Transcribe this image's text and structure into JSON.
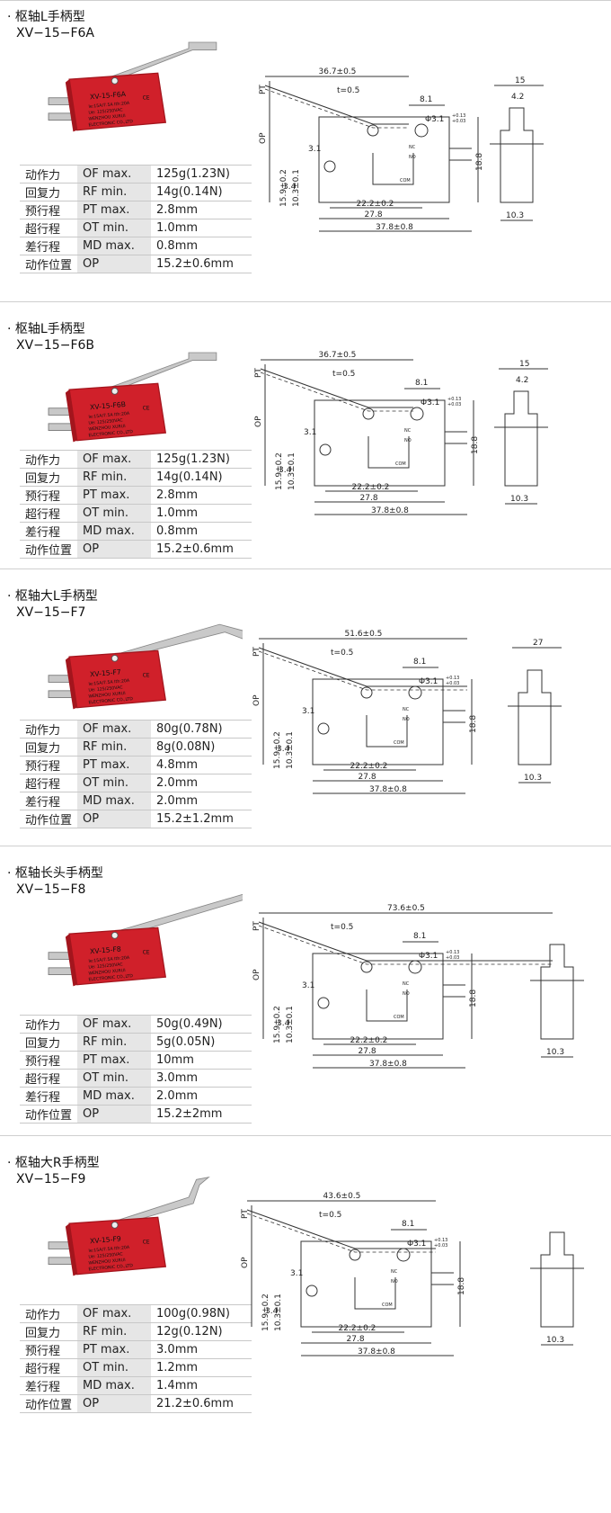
{
  "sections": [
    {
      "title": "枢轴L手柄型",
      "model": "XV−15−F6A",
      "switch_label": "XV-15-F6A",
      "specs": [
        {
          "label": "动作力",
          "param": "OF  max.",
          "value": "125g(1.23N)"
        },
        {
          "label": "回复力",
          "param": "RF  min.",
          "value": "14g(0.14N)"
        },
        {
          "label": "预行程",
          "param": "PT  max.",
          "value": "2.8mm"
        },
        {
          "label": "超行程",
          "param": "OT  min.",
          "value": "1.0mm"
        },
        {
          "label": "差行程",
          "param": "MD max.",
          "value": "0.8mm"
        },
        {
          "label": "动作位置",
          "param": "OP",
          "value": "15.2±0.6mm"
        }
      ],
      "dims": {
        "lever": "36.7±0.5",
        "t": "t=0.5",
        "side_w": "15",
        "tip": "4.2"
      }
    },
    {
      "title": "枢轴L手柄型",
      "model": "XV−15−F6B",
      "switch_label": "XV-15-F6B",
      "specs": [
        {
          "label": "动作力",
          "param": "OF  max.",
          "value": "125g(1.23N)"
        },
        {
          "label": "回复力",
          "param": "RF  min.",
          "value": "14g(0.14N)"
        },
        {
          "label": "预行程",
          "param": "PT  max.",
          "value": "2.8mm"
        },
        {
          "label": "超行程",
          "param": "OT  min.",
          "value": "1.0mm"
        },
        {
          "label": "差行程",
          "param": "MD max.",
          "value": "0.8mm"
        },
        {
          "label": "动作位置",
          "param": "OP",
          "value": "15.2±0.6mm"
        }
      ],
      "dims": {
        "lever": "36.7±0.5",
        "t": "t=0.5",
        "side_w": "15",
        "tip": "4.2"
      }
    },
    {
      "title": "枢轴大L手柄型",
      "model": "XV−15−F7",
      "switch_label": "XV-15-F7",
      "specs": [
        {
          "label": "动作力",
          "param": "OF  max.",
          "value": "80g(0.78N)"
        },
        {
          "label": "回复力",
          "param": "RF  min.",
          "value": "8g(0.08N)"
        },
        {
          "label": "预行程",
          "param": "PT  max.",
          "value": "4.8mm"
        },
        {
          "label": "超行程",
          "param": "OT  min.",
          "value": "2.0mm"
        },
        {
          "label": "差行程",
          "param": "MD max.",
          "value": "2.0mm"
        },
        {
          "label": "动作位置",
          "param": "OP",
          "value": "15.2±1.2mm"
        }
      ],
      "dims": {
        "lever": "51.6±0.5",
        "t": "t=0.5",
        "side_w": "27",
        "tip": ""
      }
    },
    {
      "title": "枢轴长头手柄型",
      "model": "XV−15−F8",
      "switch_label": "XV-15-F8",
      "specs": [
        {
          "label": "动作力",
          "param": "OF  max.",
          "value": "50g(0.49N)"
        },
        {
          "label": "回复力",
          "param": "RF  min.",
          "value": "5g(0.05N)"
        },
        {
          "label": "预行程",
          "param": "PT  max.",
          "value": "10mm"
        },
        {
          "label": "超行程",
          "param": "OT  min.",
          "value": "3.0mm"
        },
        {
          "label": "差行程",
          "param": "MD max.",
          "value": "2.0mm"
        },
        {
          "label": "动作位置",
          "param": "OP",
          "value": "15.2±2mm"
        }
      ],
      "dims": {
        "lever": "73.6±0.5",
        "t": "t=0.5",
        "side_w": "",
        "tip": ""
      }
    },
    {
      "title": "枢轴大R手柄型",
      "model": "XV−15−F9",
      "switch_label": "XV-15-F9",
      "specs": [
        {
          "label": "动作力",
          "param": "OF  max.",
          "value": "100g(0.98N)"
        },
        {
          "label": "回复力",
          "param": "RF  min.",
          "value": "12g(0.12N)"
        },
        {
          "label": "预行程",
          "param": "PT  max.",
          "value": "3.0mm"
        },
        {
          "label": "超行程",
          "param": "OT  min.",
          "value": "1.2mm"
        },
        {
          "label": "差行程",
          "param": "MD max.",
          "value": "1.4mm"
        },
        {
          "label": "动作位置",
          "param": "OP",
          "value": "21.2±0.6mm"
        }
      ],
      "dims": {
        "lever": "43.6±0.5",
        "t": "t=0.5",
        "side_w": "",
        "tip": ""
      }
    }
  ],
  "common_dims": {
    "d8_1": "8.1",
    "hole": "Φ3.1",
    "hole_tol_up": "+0.13",
    "hole_tol_dn": "+0.03",
    "d15_9": "15.9±0.2",
    "d10_3": "10.3±0.1",
    "d3_1": "3.1",
    "d3_4": "3.4",
    "d22_2": "22.2±0.2",
    "d27_8": "27.8",
    "d37_8": "37.8±0.8",
    "d18_8": "18.8",
    "d10_3w": "10.3",
    "pt": "PT",
    "op": "OP",
    "bullet": "·",
    "brand1": "Ie:15A/7.5A Ith:20A",
    "brand2": "Ue: 125/250VAC",
    "brand3": "WENZHOU XURUI",
    "brand4": "ELECTRONIC CO.,LTD",
    "ce": "CE",
    "com": "COM",
    "nc": "NC",
    "no": "NO"
  },
  "colors": {
    "switch_red": "#d0202a",
    "switch_dark": "#a3151d",
    "lever": "#c9c9c9",
    "line": "#333333"
  }
}
